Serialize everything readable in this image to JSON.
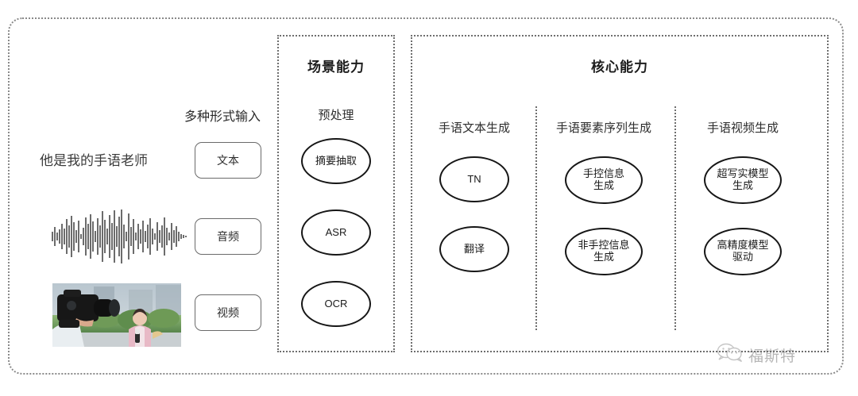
{
  "input_panel": {
    "heading": "多种形式输入",
    "sentence": "他是我的手语老师",
    "chips": [
      {
        "label": "文本"
      },
      {
        "label": "音频"
      },
      {
        "label": "视频"
      }
    ],
    "waveform_name": "audio-waveform",
    "thumbnail_name": "video-thumbnail"
  },
  "scene": {
    "title": "场景能力",
    "sub_label": "预处理",
    "nodes": [
      {
        "line1": "摘要抽取",
        "line2": ""
      },
      {
        "line1": "ASR",
        "line2": ""
      },
      {
        "line1": "OCR",
        "line2": ""
      }
    ]
  },
  "core": {
    "title": "核心能力",
    "columns": [
      {
        "label": "手语文本生成",
        "nodes": [
          {
            "line1": "TN",
            "line2": ""
          },
          {
            "line1": "翻译",
            "line2": ""
          }
        ]
      },
      {
        "label": "手语要素序列生成",
        "nodes": [
          {
            "line1": "手控信息",
            "line2": "生成"
          },
          {
            "line1": "非手控信息",
            "line2": "生成"
          }
        ]
      },
      {
        "label": "手语视频生成",
        "nodes": [
          {
            "line1": "超写实模型",
            "line2": "生成"
          },
          {
            "line1": "高精度模型",
            "line2": "驱动"
          }
        ]
      }
    ]
  },
  "watermark": {
    "icon": "wechat-icon",
    "text": "福斯特"
  },
  "colors": {
    "frame": "#8a8a8a",
    "section_border": "#6e6e6e",
    "node_border": "#161616",
    "text": "#2b2b2b",
    "watermark": "#707070"
  }
}
